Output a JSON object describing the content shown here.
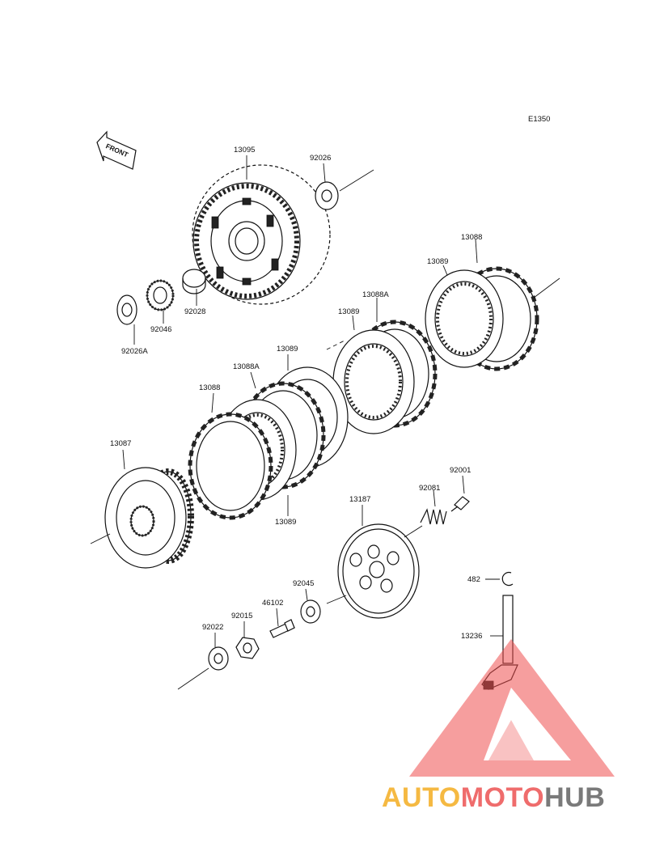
{
  "diagram": {
    "code": "E1350",
    "front_label": "FRONT"
  },
  "parts": {
    "p13095": "13095",
    "p92026": "92026",
    "p92028": "92028",
    "p92046": "92046",
    "p92026A": "92026A",
    "p13088_top": "13088",
    "p13089_top": "13089",
    "p13088A_mid": "13088A",
    "p13089_mid": "13089",
    "p13089_upper": "13089",
    "p13088A_low": "13088A",
    "p13088_low": "13088",
    "p13089_low": "13089",
    "p13087": "13087",
    "p13187": "13187",
    "p92081": "92081",
    "p92001": "92001",
    "p482": "482",
    "p13236": "13236",
    "p92045": "92045",
    "p46102": "46102",
    "p92015": "92015",
    "p92022": "92022"
  },
  "watermark": {
    "auto": "AUTO",
    "moto": "MOTO",
    "hub": "HUB",
    "colors": {
      "auto": "#f5b942",
      "moto": "#ef6c6c",
      "hub": "#7a7a7a",
      "triangle": "#ef4f4f"
    }
  }
}
